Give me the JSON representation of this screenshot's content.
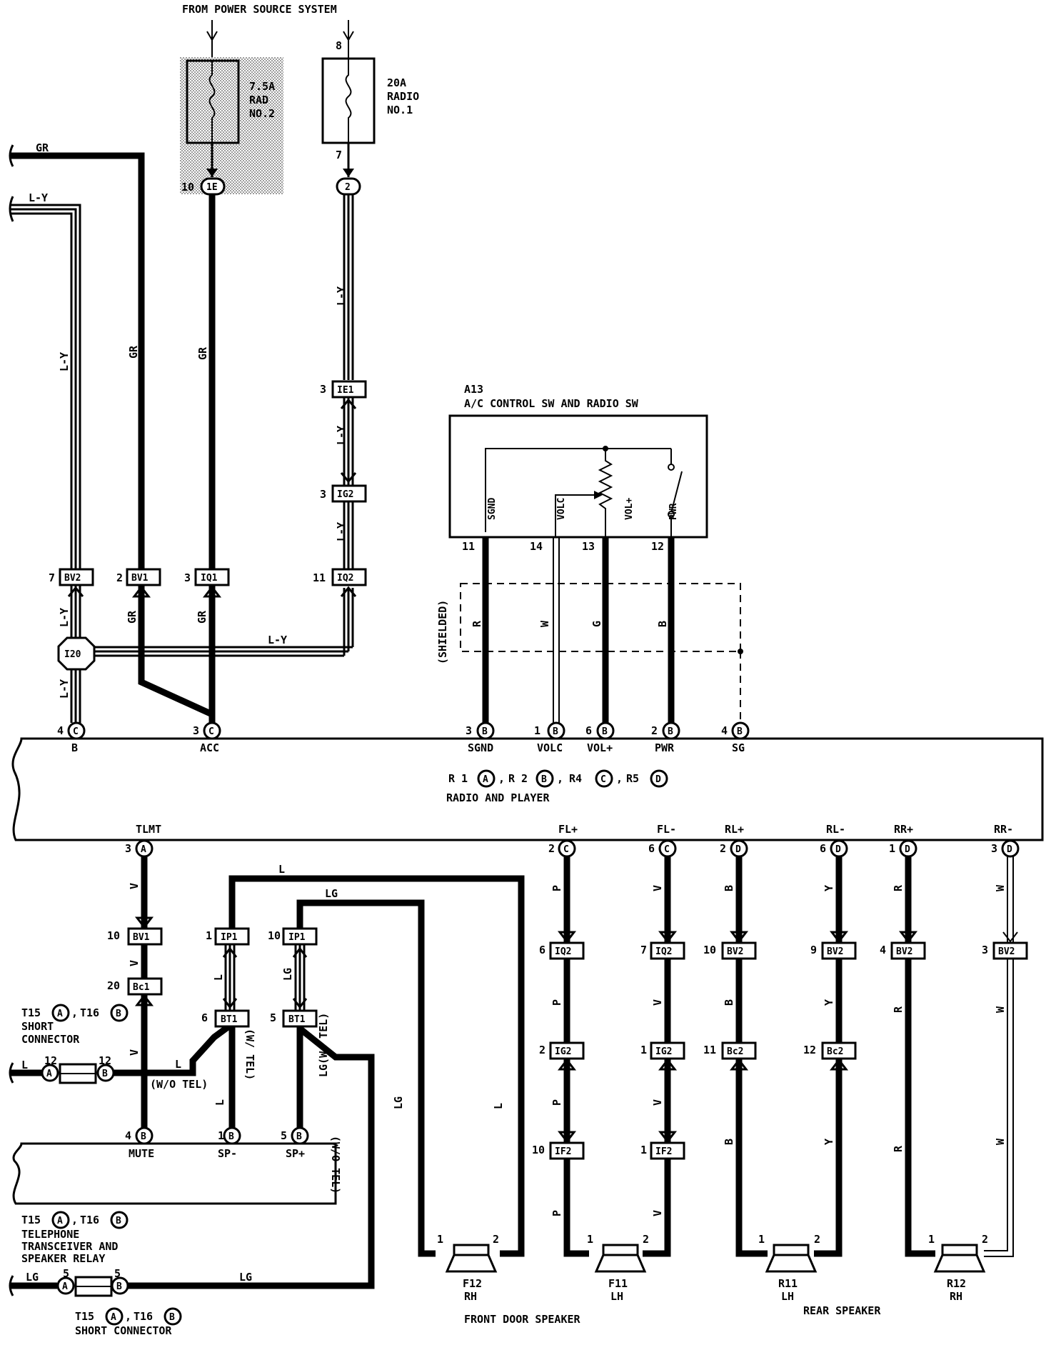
{
  "source_label": "FROM POWER SOURCE SYSTEM",
  "fuse_rad2": {
    "line1": "7.5A",
    "line2": "RAD",
    "line3": "NO.2"
  },
  "fuse_radio1": {
    "line1": "20A",
    "line2": "RADIO",
    "line3": "NO.1"
  },
  "pins": {
    "p8": "8",
    "p7": "7",
    "p10": "10",
    "p3": "3",
    "p11": "11",
    "p2": "2",
    "p4": "4",
    "p1": "1",
    "p6": "6",
    "p12": "12",
    "p13": "13",
    "p14": "14",
    "p5": "5",
    "p9": "9",
    "p20": "20"
  },
  "connectors": {
    "c1E": "1E",
    "c2": "2",
    "IE1": "IE1",
    "IG2": "IG2",
    "IQ2": "IQ2",
    "IQ1": "IQ1",
    "BV1": "BV1",
    "BV2": "BV2",
    "I20": "I20",
    "C": "C",
    "B": "B",
    "A": "A",
    "D": "D",
    "IP1": "IP1",
    "BT1": "BT1",
    "Bc1": "Bc1",
    "Bc2": "Bc2",
    "IF2": "IF2"
  },
  "wire_colors": {
    "GR": "GR",
    "LY": "L-Y",
    "R": "R",
    "W": "W",
    "G": "G",
    "B": "B",
    "V": "V",
    "L": "L",
    "LG": "LG",
    "P": "P",
    "Y": "Y"
  },
  "a13": {
    "id": "A13",
    "title": "A/C CONTROL SW AND RADIO SW",
    "sgnd": "SGND",
    "volc": "VOLC",
    "volp": "VOL+",
    "pwr": "PWR"
  },
  "shielded": "(SHIELDED)",
  "radio": {
    "pins_top": {
      "b": "B",
      "acc": "ACC",
      "sgnd": "SGND",
      "volc": "VOLC",
      "volp": "VOL+",
      "pwr": "PWR",
      "sg": "SG"
    },
    "pins_bottom": {
      "tlmt": "TLMT",
      "flp": "FL+",
      "flm": "FL-",
      "rlp": "RL+",
      "rlm": "RL-",
      "rrp": "RR+",
      "rrm": "RR-"
    },
    "conn_line": {
      "r1": "R 1",
      "r2": "R 2",
      "r4": "R4",
      "r5": "R5"
    },
    "name": "RADIO AND PLAYER"
  },
  "tel": {
    "mute": "MUTE",
    "spm": "SP-",
    "spp": "SP+",
    "conn_t15": "T15",
    "conn_t16": "T16",
    "name1": "TELEPHONE",
    "name2": "TRANSCEIVER AND",
    "name3": "SPEAKER RELAY"
  },
  "short_conn": {
    "line1": "SHORT",
    "line2": "CONNECTOR",
    "full": "SHORT CONNECTOR"
  },
  "notes": {
    "wo_tel": "(W/O TEL)",
    "w_tel": "(W/ TEL)",
    "lg_w_tel": "LG(W/ TEL)"
  },
  "speakers": {
    "f12": "F12",
    "f11": "F11",
    "r11": "R11",
    "r12": "R12",
    "rh": "RH",
    "lh": "LH",
    "front": "FRONT DOOR SPEAKER",
    "rear": "REAR SPEAKER"
  }
}
